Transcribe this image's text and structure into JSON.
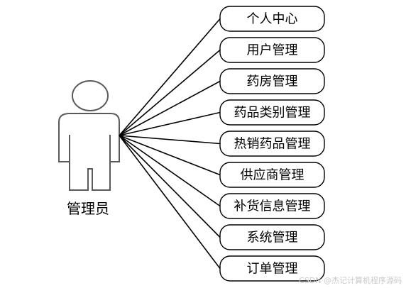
{
  "actor": {
    "label": "管理员"
  },
  "use_cases": [
    {
      "label": "个人中心"
    },
    {
      "label": "用户管理"
    },
    {
      "label": "药房管理"
    },
    {
      "label": "药品类别管理"
    },
    {
      "label": "热销药品管理"
    },
    {
      "label": "供应商管理"
    },
    {
      "label": "补货信息管理"
    },
    {
      "label": "系统管理"
    },
    {
      "label": "订单管理"
    }
  ],
  "watermark": {
    "text": "CSDN @杰记计算机程序源码"
  },
  "colors": {
    "stroke": "#000000",
    "actor_stroke": "#5a5a5a",
    "background": "#ffffff",
    "watermark": "#c9c9c9"
  }
}
